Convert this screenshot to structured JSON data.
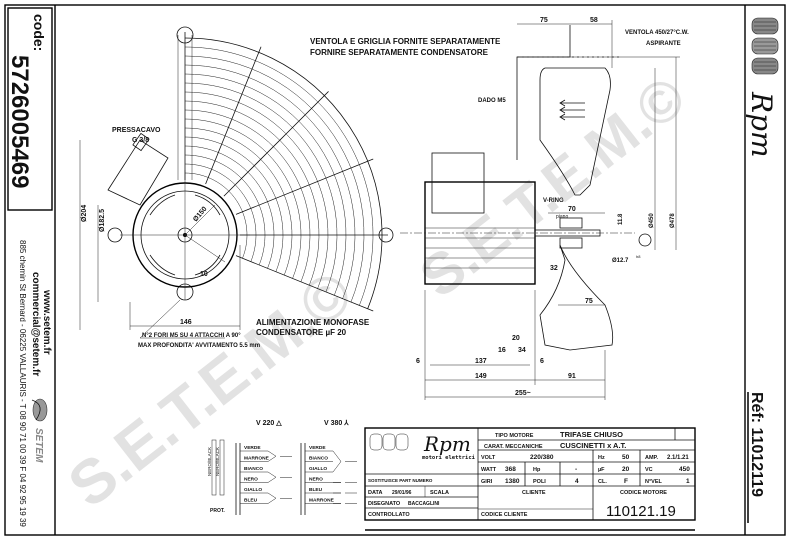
{
  "left_strip": {
    "code_label": "code:",
    "code_value": "5726005469",
    "website": "www.setem.fr",
    "email": "commercial@setem.fr",
    "address": "885 chemin St Bernard  -  06225 VALLAURIS  -  T 08 90 71 00 39  F 04 92 95 19 39",
    "logo_text": "SETEM"
  },
  "right_strip": {
    "logo_text": "Rpm",
    "reference": "Réf: 11012119"
  },
  "notes": {
    "line1": "VENTOLA E GRIGLIA FORNITE SEPARATAMENTE",
    "line2": "FORNIRE SEPARATAMENTE CONDENSATORE",
    "supply1": "ALIMENTAZIONE MONOFASE",
    "supply2": "CONDENSATORE µF 20"
  },
  "front_view": {
    "cable_gland": "PRESSACAVO",
    "cable_gland_thread": "G 3/8",
    "dia_outer": "Ø204",
    "dia_inner": "Ø182.5",
    "dia_bolt": "Ø150",
    "dim_10": "10",
    "width": "146",
    "holes_note": "N°2 FORI M5 SU 4 ATTACCHI A 90°",
    "depth_note": "MAX PROFONDITA' AVVITAMENTO 5.5 mm"
  },
  "side_view": {
    "dim_top_a": "75",
    "dim_top_b": "58",
    "fan_label": "VENTOLA 450/27°C.W.",
    "fan_type": "ASPIRANTE",
    "nut": "DADO M5",
    "vring": "V-RING",
    "dim_70": "70",
    "piano": "piano",
    "dim_11_8": "11.8",
    "dia_450": "Ø450",
    "dia_478": "Ø478",
    "shaft_dia": "Ø12.7",
    "shaft_tol": "h8",
    "dim_32": "32",
    "dim_75b": "75",
    "dim_20": "20",
    "dim_16": "16",
    "dim_34": "34",
    "dim_6a": "6",
    "dim_137": "137",
    "dim_6b": "6",
    "dim_149": "149",
    "dim_91": "91",
    "dim_255": "255~"
  },
  "wiring": {
    "left_labels": [
      "NERO/BLACK",
      "NERO/BLACK",
      "PROT."
    ],
    "v220": {
      "title": "V 220  △",
      "wires": [
        "VERDE",
        "MARRONE",
        "BIANCO",
        "NERO",
        "GIALLO",
        "BLEU"
      ]
    },
    "v380": {
      "title": "V 380  ⅄",
      "wires": [
        "VERDE",
        "BIANCO",
        "GIALLO",
        "NERO",
        "BLEU",
        "MARRONE"
      ]
    }
  },
  "title_block": {
    "brand": "Rpm",
    "brand_sub": "motori elettrici",
    "tipo_motore_label": "TIPO MOTORE",
    "tipo_motore": "TRIFASE CHIUSO",
    "carat_label": "CARAT. MECCANICHE",
    "carat": "CUSCINETTI x A.T.",
    "volt_label": "VOLT",
    "volt": "220/380",
    "hz_label": "Hz",
    "hz": "50",
    "amp_label": "AMP.",
    "amp": "2.1/1.21",
    "watt_label": "WATT",
    "watt": "368",
    "hp_label": "Hp",
    "hp": "-",
    "uf_label": "µF",
    "uf": "20",
    "vc_label": "VC",
    "vc": "450",
    "giri_label": "GIRI",
    "giri": "1380",
    "poli_label": "POLI",
    "poli": "4",
    "cl_label": "CL.",
    "cl": "F",
    "nvel_label": "N°VEL",
    "nvel": "1",
    "sostituisce_label": "SOSTITUISCE PART NUMERO",
    "data_label": "DATA",
    "data": "29/01/96",
    "scala_label": "SCALA",
    "disegnato_label": "DISEGNATO",
    "disegnato": "BACCAGLINI",
    "controllato_label": "CONTROLLATO",
    "cliente_label": "CLIENTE",
    "codice_cliente_label": "CODICE CLIENTE",
    "codice_motore_label": "CODICE MOTORE",
    "codice_motore": "110121.19"
  },
  "watermark": "S.E.T.E.M.©"
}
